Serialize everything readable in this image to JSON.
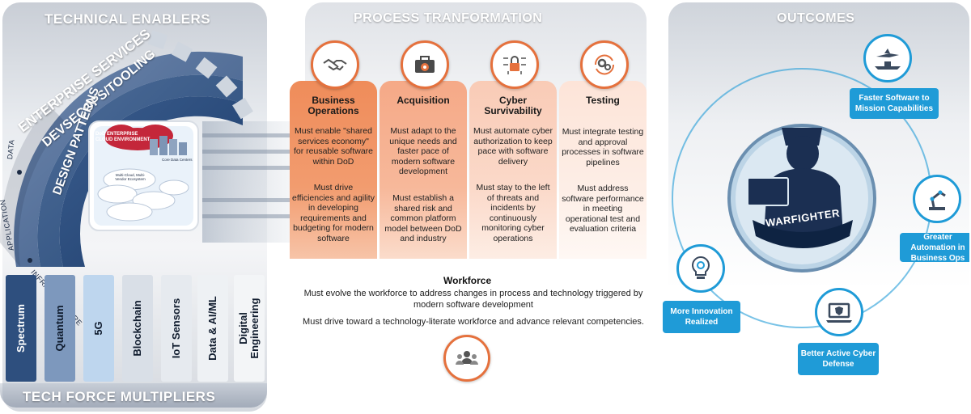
{
  "technical_enablers": {
    "title": "TECHNICAL ENABLERS",
    "rings": [
      "ENTERPRISE SERVICES",
      "DEVSECOPS/TOOLING",
      "DESIGN PATTERNS"
    ],
    "layers": [
      "DATA",
      "APPLICATION",
      "INFRASTRUCTURE"
    ],
    "cloud": {
      "title": "DoD ENTERPRISE CLOUD ENVIRONMENT",
      "core_label": "Core Data Centers",
      "multi_label": "Multi-Cloud, Multi-Vendor Ecosystem"
    },
    "force_multipliers_title": "TECH FORCE MULTIPLIERS",
    "force_multipliers": [
      "Spectrum",
      "Quantum",
      "5G",
      "Blockchain",
      "IoT Sensors",
      "Data & AI/ML",
      "Digital Engineering"
    ]
  },
  "process_transformation": {
    "title": "PROCESS TRANFORMATION",
    "columns": [
      {
        "title": "Business Operations",
        "text1": "Must enable \"shared services economy\" for reusable software within DoD",
        "text2": "Must drive efficiencies and agility in developing requirements and budgeting for modern software"
      },
      {
        "title": "Acquisition",
        "text1": "Must adapt to the unique needs and faster pace of modern software development",
        "text2": "Must establish a shared risk and common platform model between DoD and industry"
      },
      {
        "title": "Cyber Survivability",
        "text1": "Must automate cyber authorization to keep pace with software delivery",
        "text2": "Must stay to the left of threats and incidents by continuously monitoring cyber operations"
      },
      {
        "title": "Testing",
        "text1": "Must integrate testing and approval processes in software pipelines",
        "text2": "Must address software performance in meeting operational test and evaluation criteria"
      }
    ],
    "workforce": {
      "title": "Workforce",
      "text1": "Must evolve the workforce to address changes in process and technology triggered by modern software development",
      "text2": "Must drive toward a technology-literate workforce and advance relevant competencies."
    }
  },
  "outcomes": {
    "title": "OUTCOMES",
    "center_label": "WARFIGHTER",
    "items": [
      {
        "label": "Faster Software to Mission Capabilities",
        "icon": "jet-ship-icon"
      },
      {
        "label": "Greater Automation in Business Ops",
        "icon": "robot-arm-icon"
      },
      {
        "label": "Better Active Cyber Defense",
        "icon": "laptop-shield-icon"
      },
      {
        "label": "More Innovation Realized",
        "icon": "lightbulb-gear-icon"
      }
    ]
  },
  "colors": {
    "orange": "#e5713d",
    "navy": "#1b3f73",
    "blue": "#1f9bd7"
  }
}
